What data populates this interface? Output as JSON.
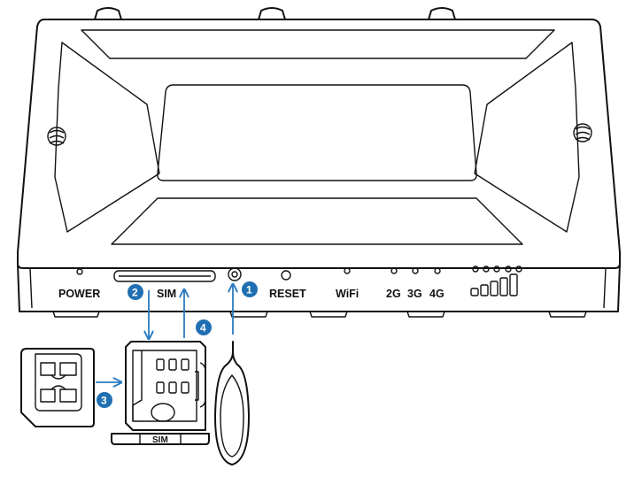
{
  "device": {
    "port_labels": {
      "power": "POWER",
      "sim": "SIM",
      "reset": "RESET",
      "wifi": "WiFi",
      "g2": "2G",
      "g3": "3G",
      "g4": "4G"
    }
  },
  "tray": {
    "label": "SIM"
  },
  "steps": [
    "1",
    "2",
    "3",
    "4"
  ],
  "colors": {
    "step_badge": "#1f6fb2",
    "arrow": "#2b7bc0",
    "outline": "#111111"
  }
}
